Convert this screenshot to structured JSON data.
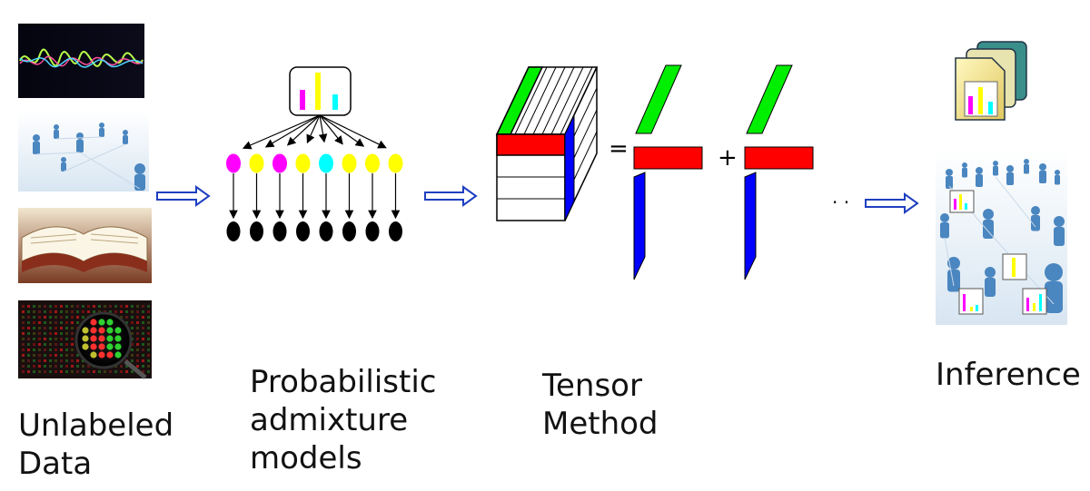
{
  "labels": {
    "unlabeled": [
      "Unlabeled",
      "Data"
    ],
    "admixture": [
      "Probabilistic",
      "admixture",
      "models"
    ],
    "tensor": [
      "Tensor",
      "Method"
    ],
    "inference": "Inference"
  },
  "equation": {
    "equals": "=",
    "plus": "+",
    "ellipsis": "· ·"
  },
  "colors": {
    "magenta": "#ff00ff",
    "yellow": "#ffff00",
    "cyan": "#00ffff",
    "black": "#000000",
    "green": "#00ee00",
    "red": "#ff0000",
    "blue": "#0000ff",
    "arrow_blue": "#1f3fbf"
  },
  "topic_nodes": [
    "magenta",
    "yellow",
    "magenta",
    "yellow",
    "cyan",
    "yellow",
    "yellow",
    "yellow"
  ],
  "icons": [
    "audio-waveform-image",
    "social-network-image",
    "open-books-image",
    "microarray-image",
    "documents-stack-icon",
    "people-network-image"
  ]
}
